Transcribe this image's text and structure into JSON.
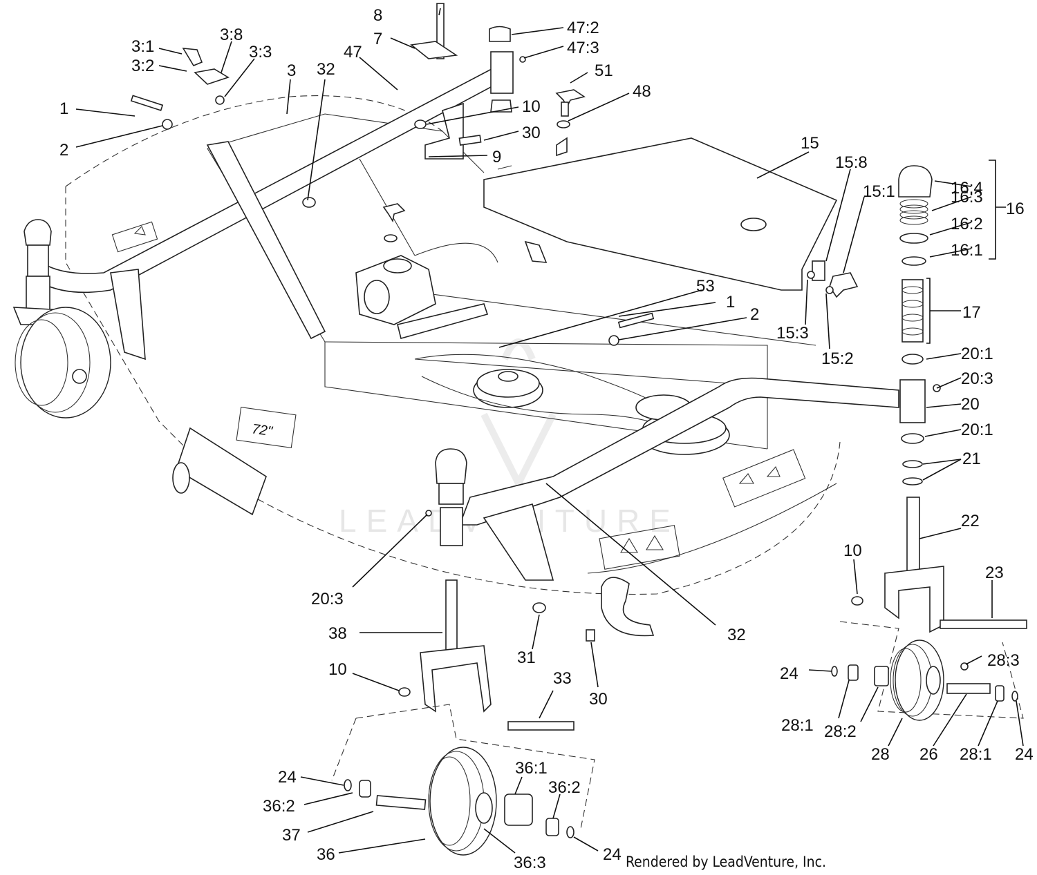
{
  "labels": {
    "l1": "1",
    "l2": "2",
    "l3": "3",
    "l3_1": "3:1",
    "l3_2": "3:2",
    "l3_3": "3:3",
    "l3_8": "3:8",
    "l32a": "32",
    "l47": "47",
    "l7": "7",
    "l8": "8",
    "l47_2": "47:2",
    "l47_3": "47:3",
    "l51": "51",
    "l48": "48",
    "l10a": "10",
    "l30a": "30",
    "l9": "9",
    "l15": "15",
    "l15_8": "15:8",
    "l15_1": "15:1",
    "l15_3": "15:3",
    "l15_2": "15:2",
    "l16_4": "16:4",
    "l16_3": "16:3",
    "l16_2": "16:2",
    "l16_1": "16:1",
    "l16": "16",
    "l17": "17",
    "l53": "53",
    "l1b": "1",
    "l2b": "2",
    "l20_1a": "20:1",
    "l20_3a": "20:3",
    "l20": "20",
    "l20_1b": "20:1",
    "l21": "21",
    "l22": "22",
    "l10b": "10",
    "l23": "23",
    "l24a": "24",
    "l28_3": "28:3",
    "l28_1a": "28:1",
    "l28_2": "28:2",
    "l28": "28",
    "l26": "26",
    "l28_1b": "28:1",
    "l24b": "24",
    "l20_3b": "20:3",
    "l32b": "32",
    "l38": "38",
    "l31": "31",
    "l30b": "30",
    "l10c": "10",
    "l33": "33",
    "l24c": "24",
    "l36_1": "36:1",
    "l36_2a": "36:2",
    "l36_2b": "36:2",
    "l37": "37",
    "l36": "36",
    "l36_3": "36:3",
    "l24d": "24"
  },
  "deck_decal": "72\"",
  "credit": "Rendered by LeadVenture, Inc.",
  "watermark": "LEADVENTURE"
}
